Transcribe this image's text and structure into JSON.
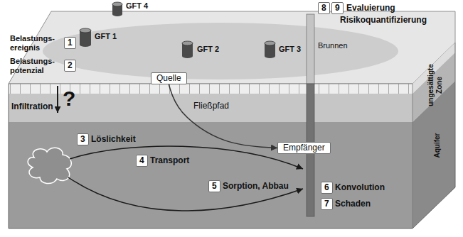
{
  "diagram": {
    "nodes": [
      {
        "text": [
          "8"
        ]
      },
      {
        "text": [
          "9"
        ]
      },
      {
        "text": [
          "1"
        ]
      },
      {
        "text": [
          "2"
        ]
      },
      {
        "text": [
          "Quelle"
        ]
      },
      {
        "text": [
          "3"
        ]
      },
      {
        "text": [
          "Empfänger"
        ]
      },
      {
        "text": [
          "4"
        ]
      },
      {
        "text": [
          "5"
        ]
      },
      {
        "text": [
          "6"
        ]
      },
      {
        "text": [
          "7"
        ]
      }
    ],
    "edges": [
      {
        "from": 4,
        "to": 6,
        "label": "Fließpfad",
        "arrow": "to"
      }
    ],
    "labels": [
      "GFT 4",
      "Evaluierung",
      "Risikoquantifizierung",
      "Belastungs- ereignis",
      "GFT 1",
      "GFT 2",
      "GFT 3",
      "Belastungs- potenzial",
      "Brunnen",
      "ungesättigte Zone",
      "Infiltration",
      "?",
      "Aquifer",
      "Löslichkeit",
      "Transport",
      "Sorption, Abbau",
      "Konvolution",
      "Schaden"
    ]
  }
}
